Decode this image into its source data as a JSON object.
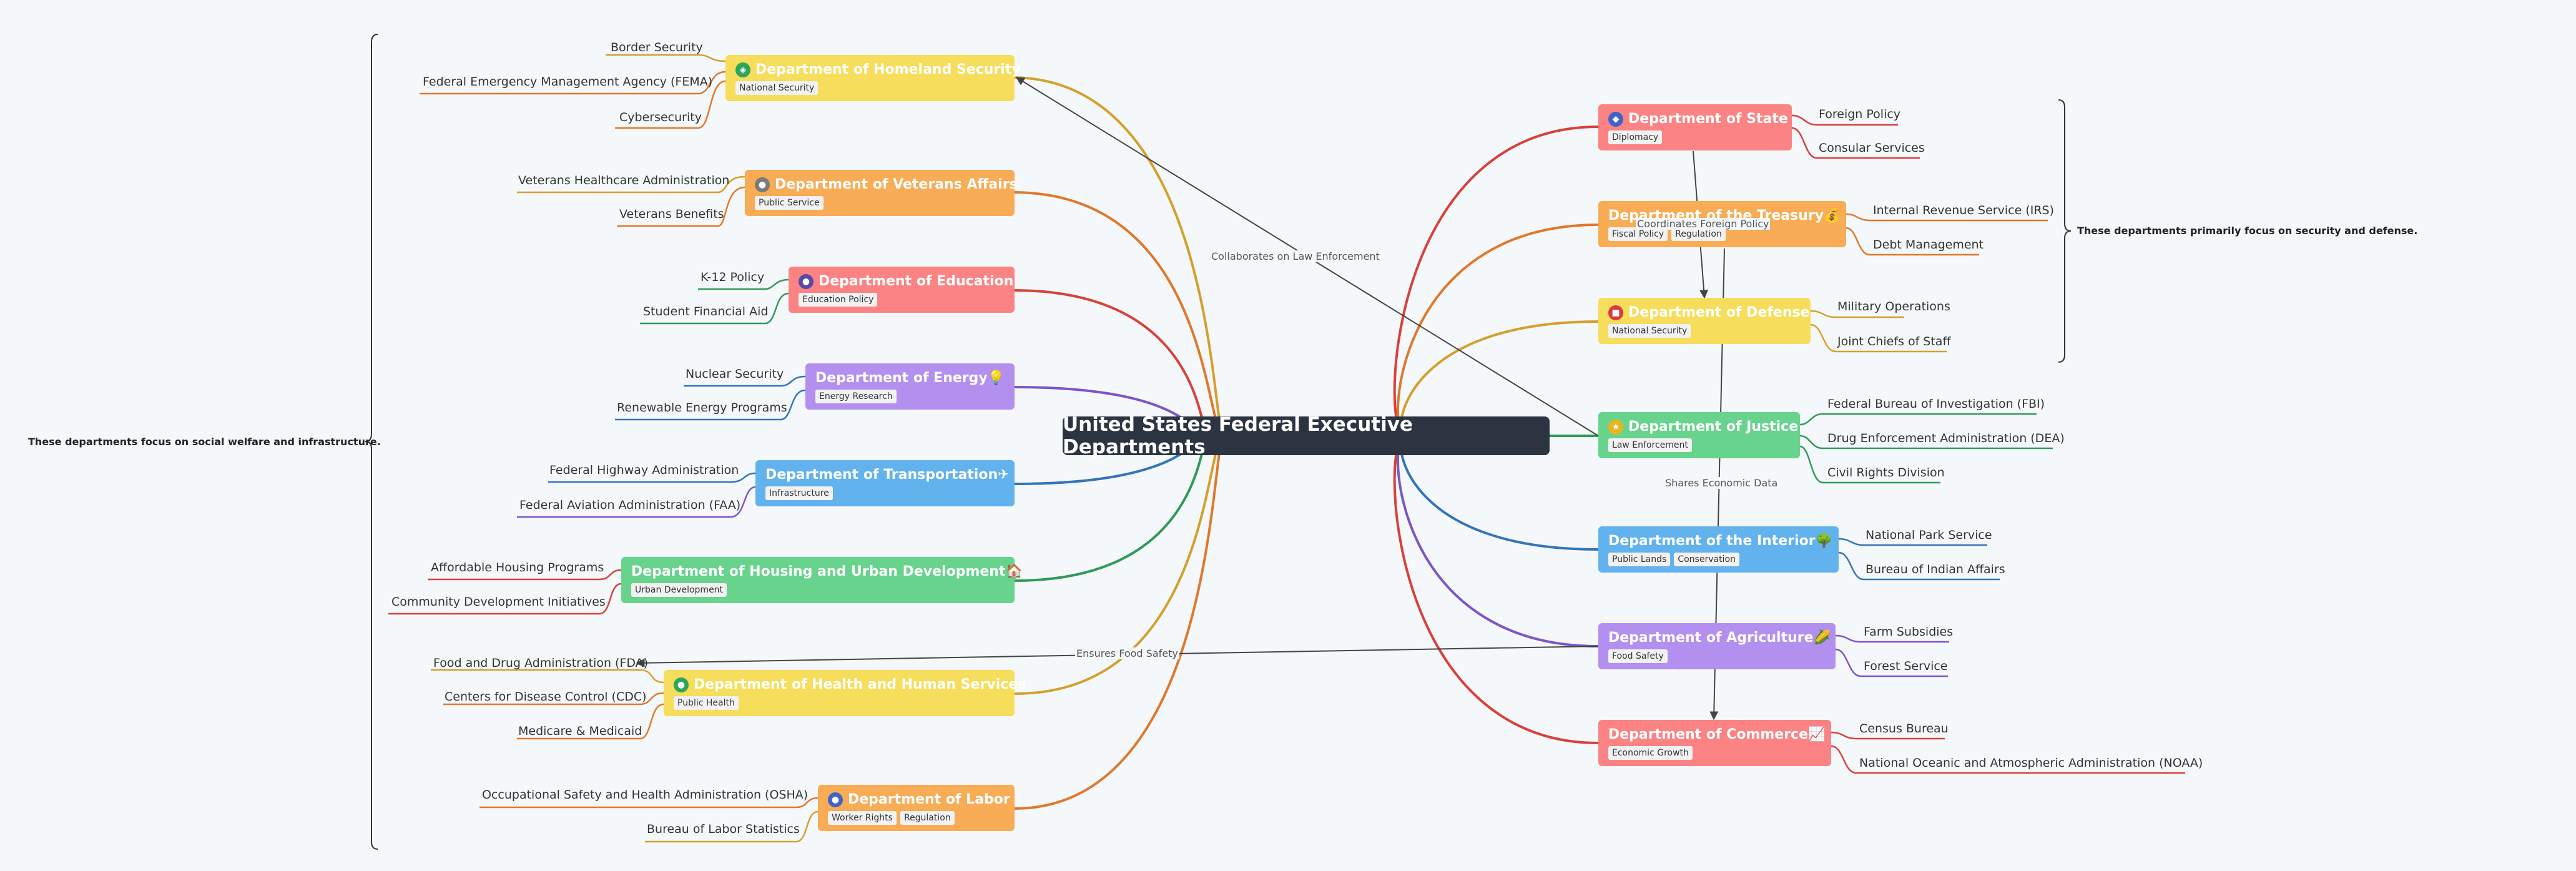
{
  "root": {
    "title": "United States Federal Executive Departments"
  },
  "departments": [
    {
      "name": "Department of Homeland Security",
      "icon": "shield-icon",
      "tags": [
        "National Security"
      ],
      "children": [
        "Border Security",
        "Federal Emergency Management Agency (FEMA)",
        "Cybersecurity"
      ]
    },
    {
      "name": "Department of Veterans Affairs",
      "icon": "person-icon",
      "tags": [
        "Public Service"
      ],
      "children": [
        "Veterans Healthcare Administration",
        "Veterans Benefits"
      ]
    },
    {
      "name": "Department of Education",
      "icon": "person-icon",
      "tags": [
        "Education Policy"
      ],
      "children": [
        "K-12 Policy",
        "Student Financial Aid"
      ]
    },
    {
      "name": "Department of Energy💡",
      "icon": "",
      "tags": [
        "Energy Research"
      ],
      "children": [
        "Nuclear Security",
        "Renewable Energy Programs"
      ]
    },
    {
      "name": "Department of Transportation✈",
      "icon": "",
      "tags": [
        "Infrastructure"
      ],
      "children": [
        "Federal Highway Administration",
        "Federal Aviation Administration (FAA)"
      ]
    },
    {
      "name": "Department of Housing and Urban Development🏠",
      "icon": "",
      "tags": [
        "Urban Development"
      ],
      "children": [
        "Affordable Housing Programs",
        "Community Development Initiatives"
      ]
    },
    {
      "name": "Department of Health and Human Services",
      "icon": "person-icon",
      "tags": [
        "Public Health"
      ],
      "children": [
        "Food and Drug Administration (FDA)",
        "Centers for Disease Control (CDC)",
        "Medicare & Medicaid"
      ]
    },
    {
      "name": "Department of Labor",
      "icon": "person-icon",
      "tags": [
        "Worker Rights",
        "Regulation"
      ],
      "children": [
        "Occupational Safety and Health Administration (OSHA)",
        "Bureau of Labor Statistics"
      ]
    },
    {
      "name": "Department of State",
      "icon": "chat-icon",
      "tags": [
        "Diplomacy"
      ],
      "children": [
        "Foreign Policy",
        "Consular Services"
      ]
    },
    {
      "name": "Department of the Treasury💰",
      "icon": "",
      "tags": [
        "Fiscal Policy",
        "Regulation"
      ],
      "children": [
        "Internal Revenue Service (IRS)",
        "Debt Management"
      ]
    },
    {
      "name": "Department of Defense",
      "icon": "flag-icon",
      "tags": [
        "National Security"
      ],
      "children": [
        "Military Operations",
        "Joint Chiefs of Staff"
      ]
    },
    {
      "name": "Department of Justice",
      "icon": "star-icon",
      "tags": [
        "Law Enforcement"
      ],
      "children": [
        "Federal Bureau of Investigation (FBI)",
        "Drug Enforcement Administration (DEA)",
        "Civil Rights Division"
      ]
    },
    {
      "name": "Department of the Interior🌳",
      "icon": "",
      "tags": [
        "Public Lands",
        "Conservation"
      ],
      "children": [
        "National Park Service",
        "Bureau of Indian Affairs"
      ]
    },
    {
      "name": "Department of Agriculture🌽",
      "icon": "",
      "tags": [
        "Food Safety"
      ],
      "children": [
        "Farm Subsidies",
        "Forest Service"
      ]
    },
    {
      "name": "Department of Commerce📈",
      "icon": "",
      "tags": [
        "Economic Growth"
      ],
      "children": [
        "Census Bureau",
        "National Oceanic and Atmospheric Administration (NOAA)"
      ]
    }
  ],
  "relationships": [
    {
      "label": "Collaborates on Law Enforcement"
    },
    {
      "label": "Coordinates Foreign Policy"
    },
    {
      "label": "Shares Economic Data"
    },
    {
      "label": "Ensures Food Safety"
    }
  ],
  "notes": {
    "left": "These departments focus on social welfare and infrastructure.",
    "right": "These departments primarily focus on security and defense."
  },
  "colors": {
    "root": "#2c3442",
    "yellow": "#f6dd5c",
    "orange": "#f7ac55",
    "red": "#fb8383",
    "purple": "#b38ff0",
    "blue": "#61b2ed",
    "green": "#67d38c"
  }
}
